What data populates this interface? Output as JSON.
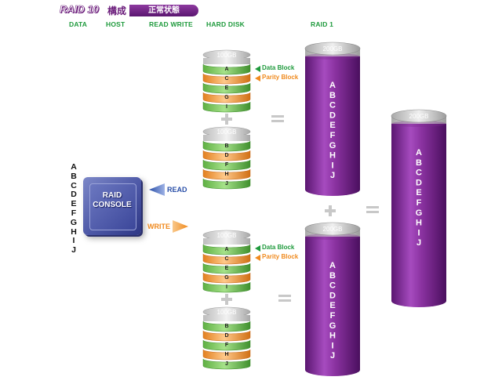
{
  "title": {
    "raid": "RAID 10",
    "kanji": "構成",
    "status": "正常状態"
  },
  "columns": {
    "data": "DATA",
    "host": "HOST",
    "read_write": "READ WRITE",
    "hard_disk": "HARD DISK",
    "raid1": "RAID 1"
  },
  "data_letters": [
    "A",
    "B",
    "C",
    "D",
    "E",
    "F",
    "G",
    "H",
    "I",
    "J"
  ],
  "console": {
    "line1": "RAID",
    "line2": "CONSOLE"
  },
  "read_label": "READ",
  "write_label": "WRITE",
  "legend": {
    "data_block": "Data Block",
    "parity_block": "Parity Block"
  },
  "disks": {
    "top_a": {
      "capacity": "100GB",
      "bands": [
        "A",
        "C",
        "E",
        "G",
        "I"
      ]
    },
    "top_b": {
      "capacity": "100GB",
      "bands": [
        "B",
        "D",
        "F",
        "H",
        "J"
      ]
    },
    "bottom_a": {
      "capacity": "100GB",
      "bands": [
        "A",
        "C",
        "E",
        "G",
        "I"
      ]
    },
    "bottom_b": {
      "capacity": "100GB",
      "bands": [
        "B",
        "D",
        "F",
        "H",
        "J"
      ]
    }
  },
  "band_colors": [
    "green",
    "orange",
    "green",
    "orange",
    "green"
  ],
  "cylinders": {
    "raid1_top": {
      "capacity": "200GB",
      "letters": "ABCDEFGHIJ"
    },
    "raid1_bottom": {
      "capacity": "200GB",
      "letters": "ABCDEFGHIJ"
    },
    "result": {
      "capacity": "200GB",
      "letters": "ABCDEFGHIJ"
    }
  },
  "colors": {
    "header_green": "#1e9a3c",
    "purple": "#7a2a8c",
    "green_band": "#6cc04a",
    "orange_band": "#f29c38",
    "console_blue": "#4c57a6",
    "read_blue": "#2a4fa8",
    "write_orange": "#f08a1e"
  }
}
